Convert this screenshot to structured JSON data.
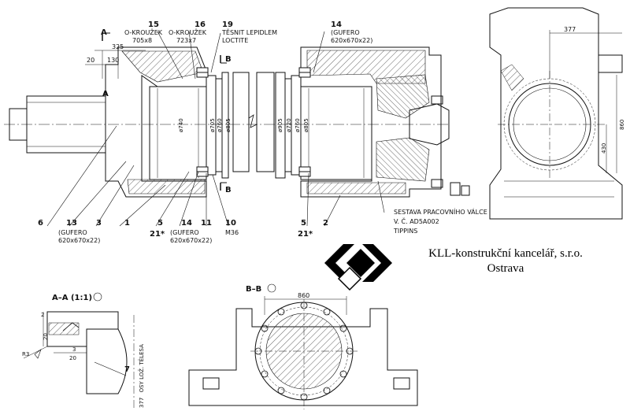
{
  "labels": {
    "section_mark": "A",
    "section_mark_b": "B",
    "o_ring_1": "O-KROUŽEK",
    "o_ring_1_size": "705x8",
    "o_ring_2": "O-KROUŽEK",
    "o_ring_2_size": "723x7",
    "glue": "TĚSNIT LEPIDLEM",
    "glue_2": "LOCTITE",
    "gufero_top": "(GUFERO",
    "gufero_top_size": "620x670x22)",
    "gufero_left": "(GUFERO",
    "gufero_left_size": "620x670x22)",
    "gufero_mid": "(GUFERO",
    "gufero_mid_size": "620x670x22)",
    "bolt": "M36",
    "assembly_1": "SESTAVA PRACOVNÍHO VÁLCE",
    "assembly_2": "V. Č. AD5A002",
    "assembly_3": "TIPPINS",
    "section_aa": "A–A (1:1)",
    "section_bb": "B–B",
    "axis_note": "OSY LOŽ. TĚLESA"
  },
  "part_numbers": {
    "p15": "15",
    "p16": "16",
    "p19": "19",
    "p14a": "14",
    "p6": "6",
    "p13": "13",
    "p3": "3",
    "p1": "1",
    "p5a": "5",
    "p21a": "21*",
    "p14b": "14",
    "p11": "11",
    "p10": "10",
    "p5b": "5",
    "p21b": "21*",
    "p2": "2",
    "p7": "7"
  },
  "dimensions": {
    "d325": "325",
    "d20": "20",
    "d130": "130",
    "d377": "377",
    "d860": "860",
    "d430": "430",
    "d860b": "860",
    "dia740": "ø740",
    "dia705": "ø705",
    "dia760": "ø760",
    "dia805": "ø805",
    "dia905": "ø905",
    "dia720": "ø720",
    "dia760b": "ø760",
    "dia805b": "ø805",
    "aa20": "20",
    "aa3": "3",
    "aa20b": "20",
    "aa2": "2",
    "aa377": "377",
    "aa_r": "R3"
  },
  "company": {
    "name": "KLL-konstrukční kancelář, s.r.o.",
    "city": "Ostrava"
  }
}
